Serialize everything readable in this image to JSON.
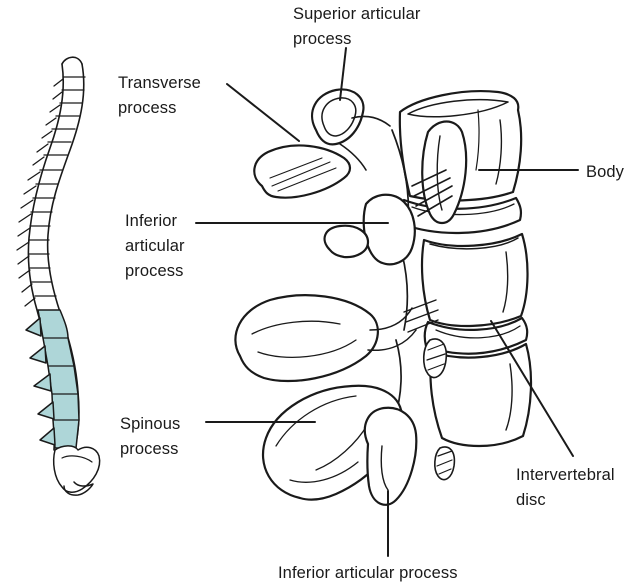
{
  "figure": {
    "colors": {
      "background": "#ffffff",
      "ink": "#1a1a1a",
      "highlight": "#aed6d8"
    },
    "labels": {
      "superior_articular_process": "Superior articular process",
      "transverse_process": "Transverse process",
      "body": "Body",
      "inferior_articular_process": "Inferior articular process",
      "spinous_process": "Spinous process",
      "intervertebral_disc": "Intervertebral disc",
      "inferior_articular_process_bottom": "Inferior articular process"
    }
  }
}
